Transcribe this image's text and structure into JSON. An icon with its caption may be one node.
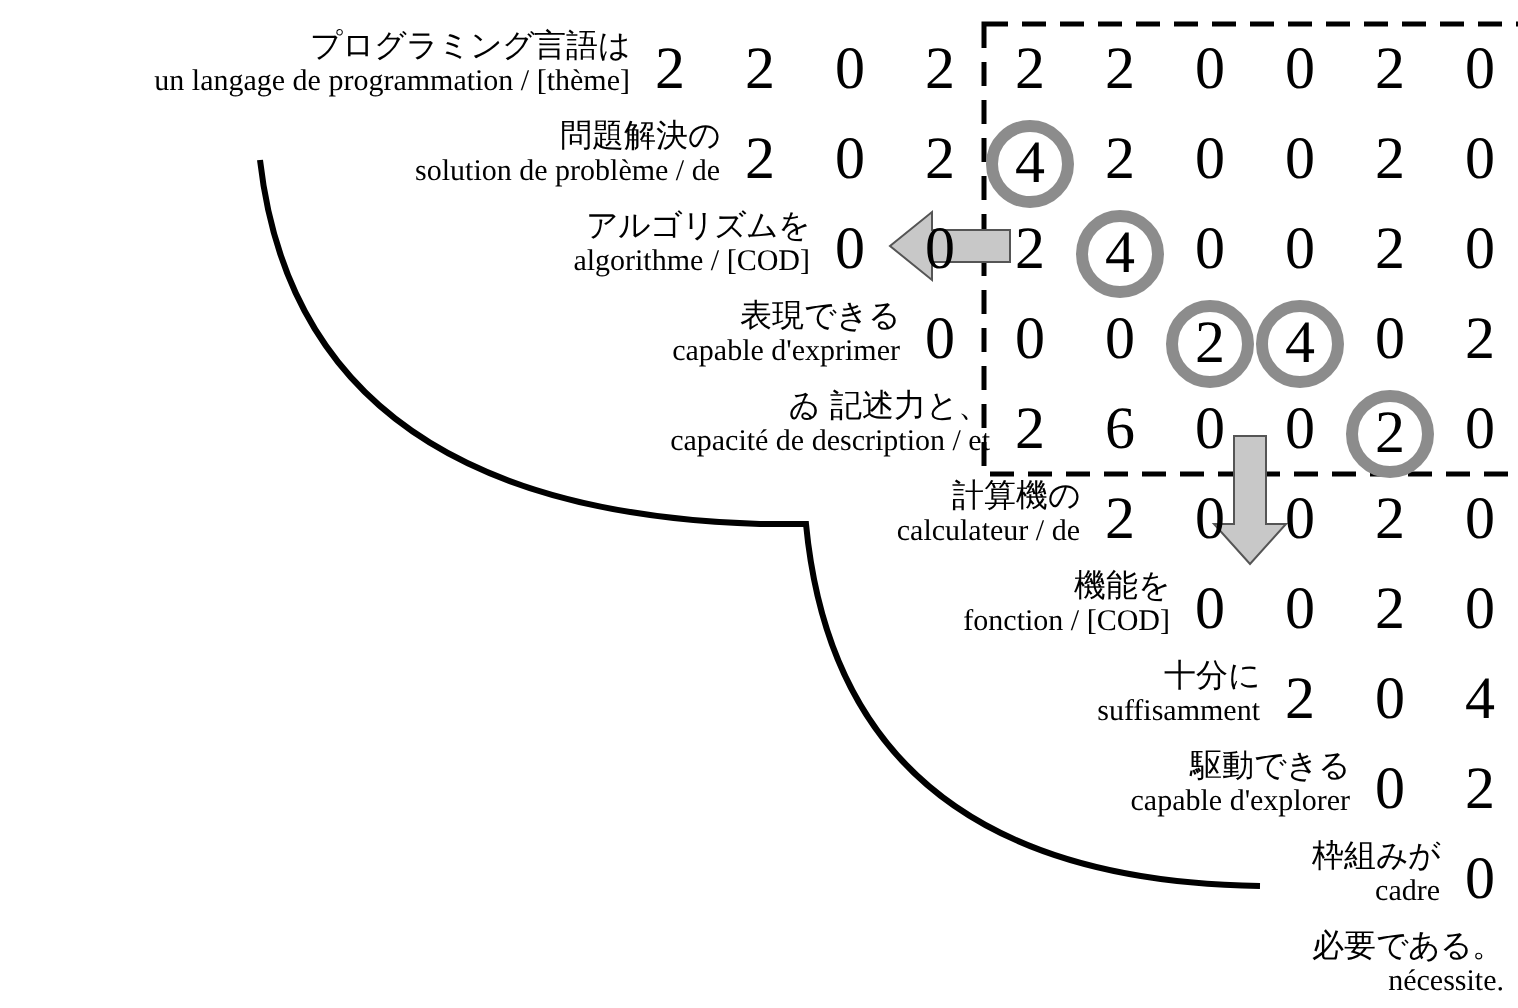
{
  "diagram": {
    "nodes": [
      {
        "text": [
          "4"
        ]
      },
      {
        "text": [
          "4"
        ]
      },
      {
        "text": [
          "2"
        ]
      },
      {
        "text": [
          "4"
        ]
      },
      {
        "text": [
          "2"
        ]
      }
    ],
    "labels": [
      "プログラミング言語は",
      "un langage de programmation / [thème]",
      "2",
      "2",
      "0",
      "2",
      "2",
      "2",
      "0",
      "0",
      "2",
      "0",
      "問題解決の",
      "solution de problème / de",
      "2",
      "0",
      "2",
      "2",
      "0",
      "0",
      "2",
      "0",
      "アルゴリズムを",
      "algorithme / [COD]",
      "0",
      "0",
      "2",
      "0",
      "0",
      "2",
      "0",
      "表現できる",
      "capable d'exprimer",
      "0",
      "0",
      "0",
      "0",
      "2",
      "ゐ 記述力と、",
      "capacité de description / et",
      "2",
      "6",
      "0",
      "0",
      "0",
      "計算機の",
      "calculateur / de",
      "2",
      "0",
      "0",
      "2",
      "0",
      "機能を",
      "fonction / [COD]",
      "0",
      "0",
      "2",
      "0",
      "十分に",
      "suffisamment",
      "2",
      "0",
      "4",
      "駆動できる",
      "capable d'explorer",
      "0",
      "2",
      "枠組みが",
      "cadre",
      "0",
      "必要である。",
      "nécessite."
    ]
  }
}
